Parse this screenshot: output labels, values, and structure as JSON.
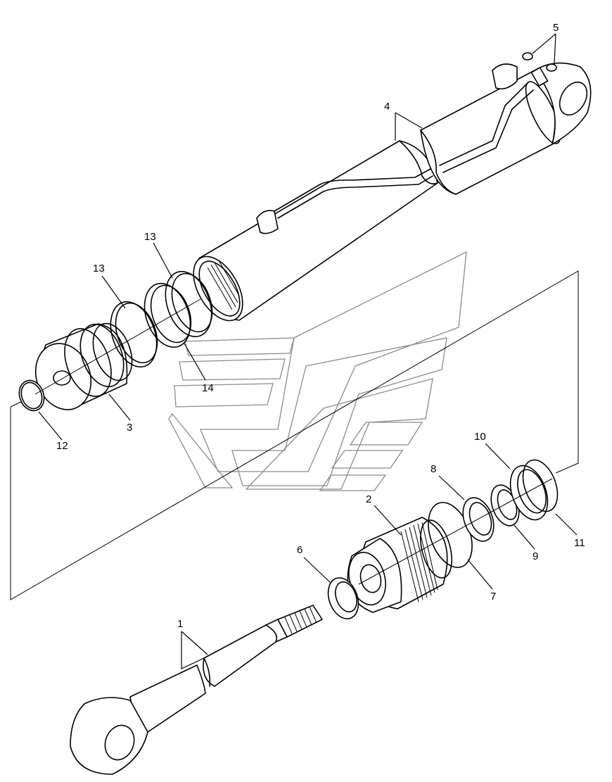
{
  "diagram": {
    "callouts": [
      {
        "id": "c1",
        "label": "1"
      },
      {
        "id": "c2",
        "label": "2"
      },
      {
        "id": "c3",
        "label": "3"
      },
      {
        "id": "c4",
        "label": "4"
      },
      {
        "id": "c5",
        "label": "5"
      },
      {
        "id": "c6",
        "label": "6"
      },
      {
        "id": "c7",
        "label": "7"
      },
      {
        "id": "c8",
        "label": "8"
      },
      {
        "id": "c9",
        "label": "9"
      },
      {
        "id": "c10",
        "label": "10"
      },
      {
        "id": "c11",
        "label": "11"
      },
      {
        "id": "c12",
        "label": "12"
      },
      {
        "id": "c13a",
        "label": "13"
      },
      {
        "id": "c13b",
        "label": "13"
      },
      {
        "id": "c14",
        "label": "14"
      }
    ]
  },
  "icons": {
    "watermark": "brand-logo-watermark"
  },
  "colors": {
    "line": "#000000",
    "watermark": "#8a8a8a",
    "background": "#ffffff"
  }
}
